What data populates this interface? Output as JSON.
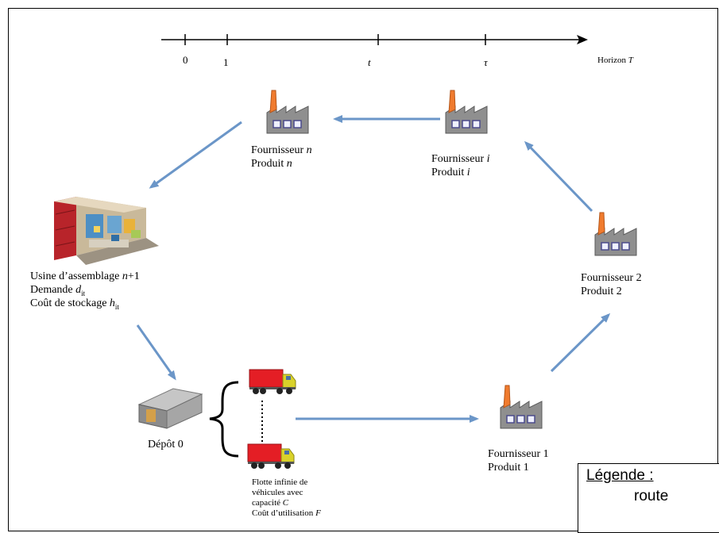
{
  "timeline": {
    "tick_0": "0",
    "tick_1": "1",
    "tick_t": "t",
    "tick_tau": "τ",
    "horizon_text": "Horizon ",
    "horizon_var": "T"
  },
  "nodes": {
    "supplier_n": {
      "line1_text": "Fournisseur ",
      "line1_var": "n",
      "line2_text": "Produit ",
      "line2_var": "n"
    },
    "supplier_i": {
      "line1_text": "Fournisseur ",
      "line1_var": "i",
      "line2_text": "Produit ",
      "line2_var": "i"
    },
    "supplier_2": {
      "line1": "Fournisseur 2",
      "line2": "Produit 2"
    },
    "supplier_1": {
      "line1": "Fournisseur 1",
      "line2": "Produit 1"
    },
    "plant": {
      "line1_text": "Usine d’assemblage ",
      "line1_var": "n",
      "line1_suffix": "+1",
      "line2_text": "Demande ",
      "line2_var": "d",
      "line2_sub": "it",
      "line3_text": "Coût de stockage ",
      "line3_var": "h",
      "line3_sub": "it"
    },
    "depot": {
      "label": "Dépôt 0"
    },
    "fleet": {
      "line1": "Flotte infinie de",
      "line2": "véhicules avec",
      "line3_text": "capacité ",
      "line3_var": "C",
      "line4_text": "Coût d’utilisation ",
      "line4_var": "F"
    }
  },
  "legend": {
    "title": "Légende :",
    "route_label": "route"
  },
  "colors": {
    "arrow": "#6b96c8",
    "factory_body": "#8f8f8f",
    "factory_chimney": "#f07b2e",
    "truck_cargo": "#e41e25",
    "truck_cab": "#d9d22a"
  }
}
